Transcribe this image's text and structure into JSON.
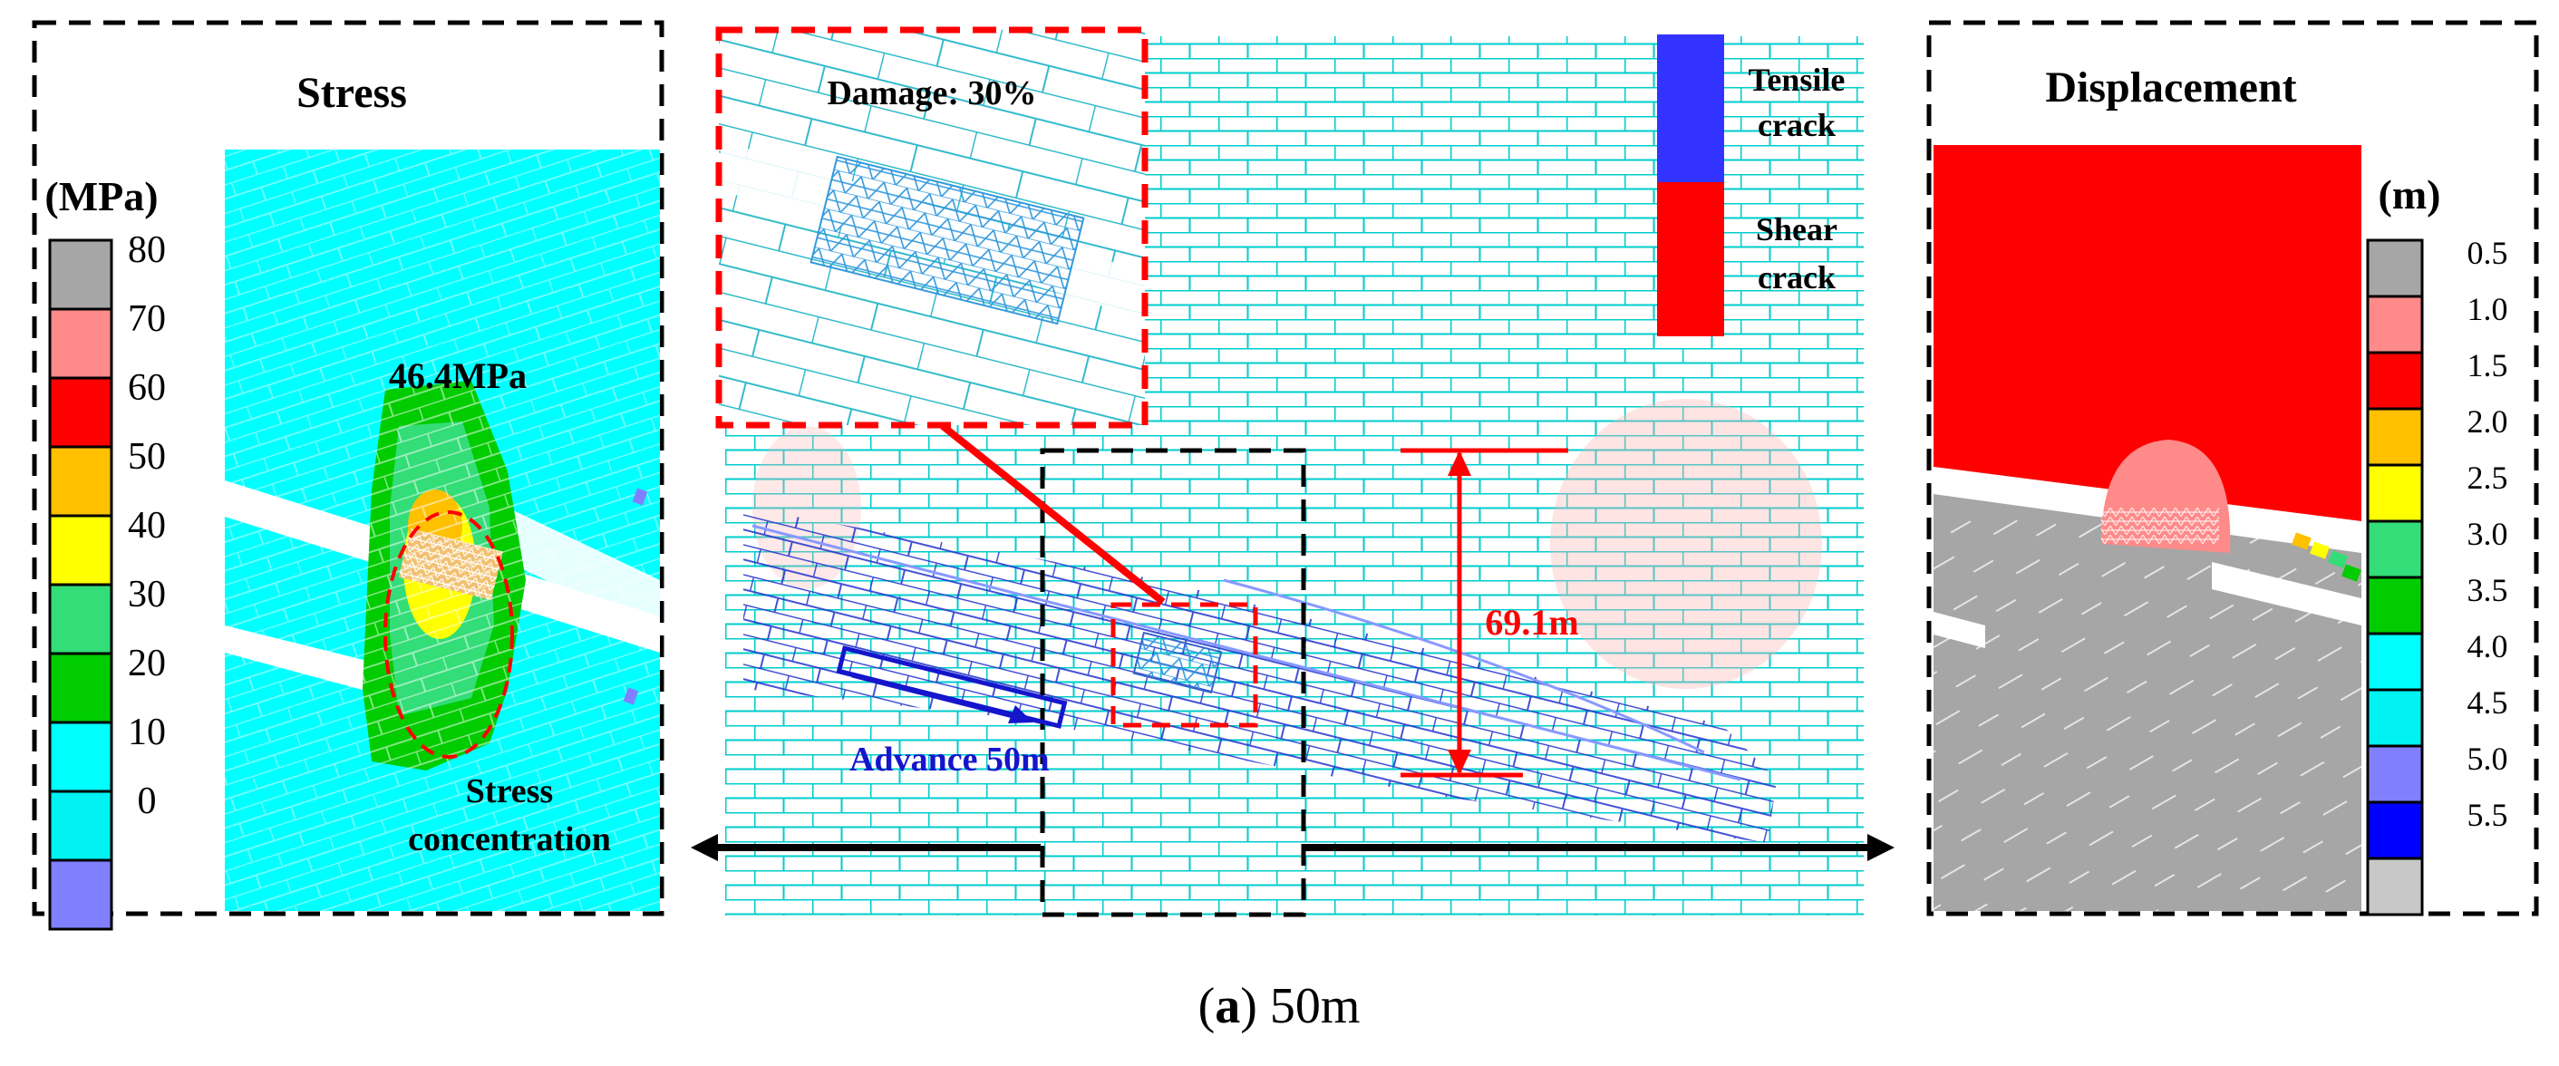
{
  "stress_panel": {
    "title": "Stress",
    "unit": "(MPa)",
    "legend_labels": [
      "80",
      "70",
      "60",
      "50",
      "40",
      "30",
      "20",
      "10",
      "0"
    ],
    "legend_colors": [
      "#a6a6a6",
      "#ff8a8a",
      "#ff0000",
      "#ffc000",
      "#ffff00",
      "#33dd77",
      "#00cc00",
      "#00ffff",
      "#00f2f2",
      "#8080ff"
    ],
    "peak_label": "46.4MPa",
    "concentration_label_1": "Stress",
    "concentration_label_2": "concentration"
  },
  "center_panel": {
    "damage_label": "Damage: 30%",
    "crack_legend": {
      "tensile_1": "Tensile",
      "tensile_2": "crack",
      "shear_1": "Shear",
      "shear_2": "crack",
      "tensile_color": "#3333ff",
      "shear_color": "#ff0000"
    },
    "height_label": "69.1m",
    "advance_label": "Advance 50m"
  },
  "displacement_panel": {
    "title": "Displacement",
    "unit": "(m)",
    "legend_labels": [
      "0.5",
      "1.0",
      "1.5",
      "2.0",
      "2.5",
      "3.0",
      "3.5",
      "4.0",
      "4.5",
      "5.0",
      "5.5"
    ],
    "legend_colors": [
      "#a6a6a6",
      "#ff8a8a",
      "#ff0000",
      "#ffc000",
      "#ffff00",
      "#33dd77",
      "#00cc00",
      "#00ffff",
      "#00f2f2",
      "#8080ff",
      "#0000ff",
      "#c8c8c8"
    ]
  },
  "caption": {
    "letter": "a",
    "text": " 50m"
  }
}
